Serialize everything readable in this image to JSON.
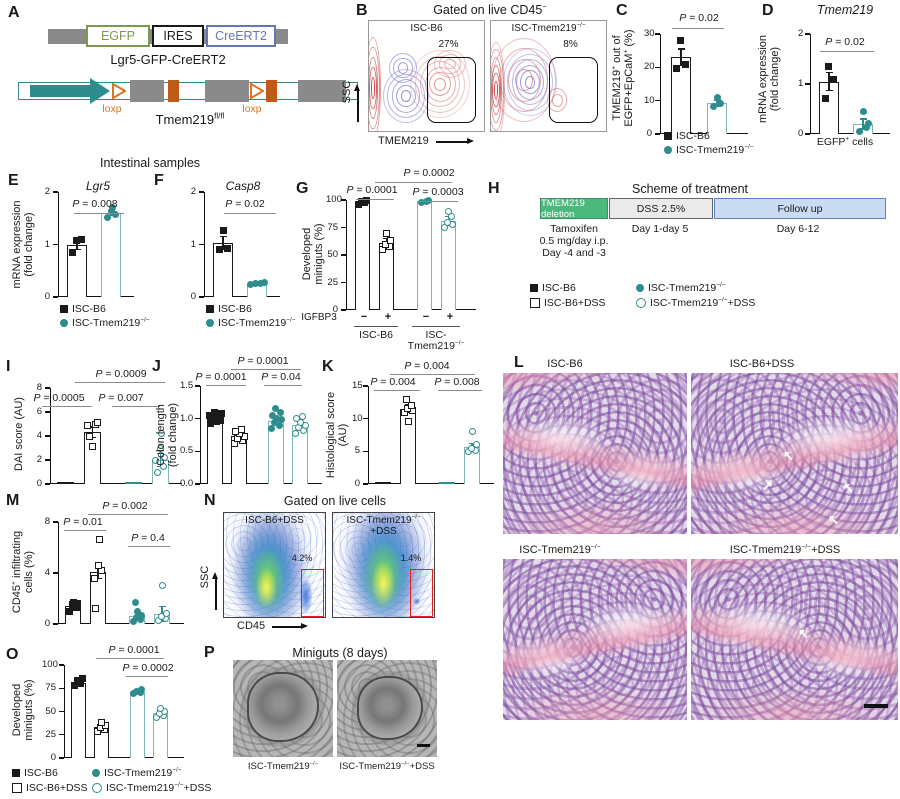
{
  "colors": {
    "teal": "#2E8C8C",
    "teal_light": "#7FB5B5",
    "orange": "#E0731F",
    "orange_dark": "#C05A18",
    "gray_bar": "#8A8A8A",
    "egfp_green": "#7C9A4D",
    "creert2_blue": "#6674B8",
    "h_green": "#4BB97D",
    "h_green_border": "#3E8F63",
    "h_gray": "#EAEAEA",
    "h_blue": "#C9DCF2",
    "h_blue_border": "#5585C7",
    "gate_red": "#E3201F"
  },
  "icons": {
    "arrow_up_left": "↖",
    "arrow_up_right": "↗"
  },
  "panels": {
    "A": {
      "letter": "A",
      "egfp": "EGFP",
      "ires": "IRES",
      "creert2": "CreERT2",
      "construct1_label": "Lgr5-GFP-CreERT2",
      "loxp1": "loxp",
      "loxp2": "loxp",
      "construct2_label": "Tmem219^{fl/fl}"
    },
    "B": {
      "letter": "B",
      "title": "Gated on live CD45^{−}",
      "ylabel": "SSC",
      "xlabel": "TMEM219",
      "plots": [
        {
          "label": "ISC-B6",
          "pct": "27%"
        },
        {
          "label": "ISC-Tmem219^{−/−}",
          "pct": "8%"
        }
      ]
    },
    "C": {
      "letter": "C",
      "ylabel1": "TMEM219^{+} out of",
      "ylabel2": "EGFP+EpCaM^{+} (%)",
      "p1": "P = 0.02",
      "legend": [
        {
          "label": "ISC-B6"
        },
        {
          "label": "ISC-Tmem219^{−/−}"
        }
      ],
      "chart": {
        "w": 88,
        "h": 100,
        "tickw": 16,
        "ymax": 30,
        "yticks": [
          "0",
          "10",
          "20",
          "30"
        ],
        "off": 10,
        "barw": 20,
        "gap": 16,
        "bars": [
          {
            "v": 23,
            "fill": "white",
            "bc": "black",
            "m": "sqf",
            "err": 2.5,
            "pts": [
              19.8,
              21,
              28
            ],
            "jit": [
              -5,
              4,
              -1
            ]
          },
          {
            "v": 9.2,
            "fill": "white",
            "bc": "teal",
            "m": "circf",
            "err": 1,
            "pts": [
              8.2,
              9.3,
              11
            ],
            "jit": [
              -4,
              3,
              0
            ]
          }
        ]
      }
    },
    "D": {
      "letter": "D",
      "title": "Tmem219",
      "ylabel1": "mRNA expression",
      "ylabel2": "(fold change)",
      "p1": "P = 0.02",
      "xlabel": "EGFP^{+} cells",
      "chart": {
        "w": 80,
        "h": 100,
        "tickw": 12,
        "ymax": 2,
        "yticks": [
          "0",
          "1",
          "2"
        ],
        "off": 8,
        "barw": 20,
        "gap": 14,
        "bars": [
          {
            "v": 1.05,
            "fill": "white",
            "bc": "black",
            "m": "sqf",
            "err": 0.18,
            "pts": [
              0.72,
              1.1,
              1.35
            ],
            "jit": [
              -4,
              4,
              -1
            ]
          },
          {
            "v": 0.2,
            "fill": "white",
            "bc": "teal",
            "m": "circf",
            "err": 0.1,
            "pts": [
              0.05,
              0.14,
              0.22,
              0.46
            ],
            "jit": [
              -4,
              3,
              5,
              0
            ]
          }
        ]
      }
    },
    "EF_header": "Intestinal samples",
    "E": {
      "letter": "E",
      "title": "Lgr5",
      "ylabel1": "mRNA expression",
      "ylabel2": "(fold change)",
      "p1": "P = 0.008",
      "legend": [
        {
          "label": "ISC-B6"
        },
        {
          "label": "ISC-Tmem219^{−/−}"
        }
      ],
      "chart": {
        "w": 76,
        "h": 105,
        "tickw": 14,
        "ymax": 2,
        "yticks": [
          "0",
          "1",
          "2"
        ],
        "off": 8,
        "barw": 20,
        "gap": 14,
        "bars": [
          {
            "v": 1.0,
            "fill": "white",
            "bc": "black",
            "m": "sqf",
            "err": 0.1,
            "pts": [
              0.85,
              1.07,
              1.1
            ],
            "jit": [
              -5,
              -1,
              4
            ]
          },
          {
            "v": 1.6,
            "fill": "white",
            "bc": "teal",
            "m": "circf",
            "err": 0.05,
            "pts": [
              1.52,
              1.58,
              1.63,
              1.7
            ],
            "jit": [
              -4,
              4,
              0,
              1
            ]
          }
        ]
      }
    },
    "F": {
      "letter": "F",
      "title": "Casp8",
      "p1": "P = 0.02",
      "legend": [
        {
          "label": "ISC-B6"
        },
        {
          "label": "ISC-Tmem219^{−/−}"
        }
      ],
      "chart": {
        "w": 76,
        "h": 105,
        "tickw": 14,
        "ymax": 2,
        "yticks": [
          "0",
          "1",
          "2"
        ],
        "off": 8,
        "barw": 20,
        "gap": 14,
        "bars": [
          {
            "v": 1.03,
            "fill": "white",
            "bc": "black",
            "m": "sqf",
            "err": 0.12,
            "pts": [
              0.9,
              0.93,
              1.27
            ],
            "jit": [
              -4,
              4,
              0
            ]
          },
          {
            "v": 0.25,
            "fill": "white",
            "bc": "teal",
            "m": "circf",
            "pts": [
              0.24,
              0.25,
              0.26,
              0.27
            ],
            "jit": [
              -7,
              -2,
              3,
              7
            ]
          }
        ]
      }
    },
    "G": {
      "letter": "G",
      "ylabel1": "Developed",
      "ylabel2": "miniguts (%)",
      "p1": "P = 0.0001",
      "p2": "P = 0.0002",
      "p3": "P = 0.0003",
      "igfbp3_label": "IGFBP3",
      "signs": [
        "−",
        "+",
        "−",
        "+"
      ],
      "group1": "ISC-B6",
      "group2a": "ISC-",
      "group2b": "Tmem219^{−/−}",
      "chart": {
        "w": 130,
        "h": 110,
        "tickw": 20,
        "ymax": 100,
        "yticks": [
          "0",
          "25",
          "50",
          "75",
          "100"
        ],
        "off": 8,
        "barw": 15,
        "gap": 9,
        "ggap": 14,
        "bars": [
          {
            "v": 98,
            "fill": "white",
            "bc": "black",
            "m": "sqf",
            "pts": [
              96,
              98,
              99,
              100
            ],
            "jit": [
              -4,
              2,
              -1,
              4
            ]
          },
          {
            "v": 61,
            "fill": "white",
            "bc": "black",
            "m": "sqo",
            "err": 4,
            "pts": [
              55,
              58,
              60,
              63,
              70
            ],
            "jit": [
              -4,
              3,
              -1,
              4,
              0
            ]
          },
          {
            "v": 99,
            "fill": "white",
            "bc": "teal",
            "m": "circf",
            "pts": [
              98,
              99,
              100
            ],
            "jit": [
              -3,
              2,
              4
            ]
          },
          {
            "v": 81,
            "fill": "white",
            "bc": "teal",
            "m": "circo",
            "err": 4,
            "pts": [
              75,
              78,
              80,
              85,
              90
            ],
            "jit": [
              -4,
              4,
              -1,
              3,
              0
            ]
          }
        ]
      }
    },
    "H": {
      "letter": "H",
      "title": "Scheme of treatment",
      "box1": "TMEM219 deletion",
      "box2": "DSS 2.5%",
      "box3": "Follow up",
      "note1a": "Tamoxifen",
      "note1b": "0.5 mg/day i.p.",
      "note1c": "Day -4 and -3",
      "note2": "Day 1-day 5",
      "note3": "Day 6-12",
      "legend": [
        {
          "label": "ISC-B6"
        },
        {
          "label": "ISC-B6+DSS"
        },
        {
          "label": "ISC-Tmem219^{−/−}"
        },
        {
          "label": "ISC-Tmem219^{−/−}+DSS"
        }
      ]
    },
    "I": {
      "letter": "I",
      "ylabel": "DAI score (AU)",
      "p1": "P = 0.0005",
      "p2": "P = 0.0009",
      "p3": "P = 0.007",
      "chart": {
        "w": 132,
        "h": 96,
        "tickw": 14,
        "ymax": 8,
        "yticks": [
          "0",
          "2",
          "4",
          "6",
          "8"
        ],
        "off": 6,
        "barw": 17,
        "gap": 10,
        "ggap": 14,
        "bars": [
          {
            "v": 0.18,
            "fill": "black"
          },
          {
            "v": 4.3,
            "fill": "white",
            "bc": "black",
            "m": "sqo",
            "err": 0.45,
            "pts": [
              3.1,
              4,
              4.9,
              5,
              5.1
            ],
            "jit": [
              0,
              -3,
              -5,
              3,
              5
            ]
          },
          {
            "v": 0.18,
            "fill": "teal"
          },
          {
            "v": 2,
            "fill": "white",
            "bc": "teal",
            "m": "circo",
            "err": 0.55,
            "pts": [
              1,
              1.45,
              1.95,
              2.2,
              3,
              4.2
            ],
            "jit": [
              -3,
              3,
              -5,
              4,
              0,
              1
            ]
          }
        ]
      }
    },
    "J": {
      "letter": "J",
      "ylabel1": "Colon length",
      "ylabel2": "(fold change)",
      "p1": "P = 0.0001",
      "p2": "P = 0.0001",
      "p3": "P = 0.04",
      "chart": {
        "w": 122,
        "h": 98,
        "tickw": 20,
        "ymax": 1.5,
        "yticks": [
          "0.0",
          "0.5",
          "1.0",
          "1.5"
        ],
        "off": 6,
        "barw": 16,
        "gap": 8,
        "ggap": 13,
        "bars": [
          {
            "v": 1.0,
            "fill": "white",
            "bc": "black",
            "m": "sqf",
            "pts": [
              0.92,
              0.95,
              0.97,
              1.0,
              1.02,
              1.05,
              1.08,
              0.96,
              1.1
            ],
            "jit": [
              -5,
              0,
              5,
              -3,
              3,
              -6,
              6,
              1,
              -1
            ]
          },
          {
            "v": 0.73,
            "fill": "white",
            "bc": "black",
            "m": "sqo",
            "err": 0.04,
            "pts": [
              0.62,
              0.67,
              0.7,
              0.73,
              0.78,
              0.8,
              0.84
            ],
            "jit": [
              -5,
              3,
              -2,
              5,
              0,
              -4,
              2
            ]
          },
          {
            "v": 0.97,
            "fill": "white",
            "bc": "teal",
            "m": "circf",
            "pts": [
              0.85,
              0.9,
              0.94,
              0.98,
              1.0,
              1.05,
              1.1,
              1.15
            ],
            "jit": [
              -5,
              3,
              -2,
              5,
              0,
              -4,
              4,
              -1
            ]
          },
          {
            "v": 0.9,
            "fill": "white",
            "bc": "teal",
            "m": "circo",
            "pts": [
              0.78,
              0.82,
              0.87,
              0.9,
              0.94,
              1.0,
              1.03
            ],
            "jit": [
              -5,
              3,
              -2,
              5,
              0,
              -4,
              2
            ]
          }
        ]
      }
    },
    "K": {
      "letter": "K",
      "ylabel1": "Histological score",
      "ylabel2": "(AU)",
      "p1": "P = 0.004",
      "p2": "P = 0.004",
      "p3": "P = 0.008",
      "chart": {
        "w": 126,
        "h": 98,
        "tickw": 16,
        "ymax": 15,
        "yticks": [
          "0",
          "5",
          "10",
          "15"
        ],
        "off": 6,
        "barw": 16,
        "gap": 9,
        "ggap": 14,
        "bars": [
          {
            "v": 0.3,
            "fill": "black"
          },
          {
            "v": 11.5,
            "fill": "white",
            "bc": "black",
            "m": "sqo",
            "err": 0.6,
            "pts": [
              9.6,
              11,
              11.2,
              11.5,
              12,
              13
            ],
            "jit": [
              0,
              -4,
              4,
              -1,
              3,
              -2
            ]
          },
          {
            "v": 0.3,
            "fill": "teal"
          },
          {
            "v": 5.7,
            "fill": "white",
            "bc": "teal",
            "m": "circo",
            "err": 0.5,
            "pts": [
              5,
              5.2,
              5.5,
              6,
              8
            ],
            "jit": [
              -4,
              3,
              -1,
              4,
              0
            ]
          }
        ]
      }
    },
    "L": {
      "letter": "L",
      "titles": [
        "ISC-B6",
        "ISC-B6+DSS",
        "ISC-Tmem219^{−/−}",
        "ISC-Tmem219^{−/−}+DSS"
      ]
    },
    "M": {
      "letter": "M",
      "ylabel1": "CD45^{+} infiltrating",
      "ylabel2": "cells (%)",
      "p1": "P = 0.01",
      "p2": "P = 0.002",
      "p3": "P = 0.4",
      "chart": {
        "w": 126,
        "h": 102,
        "tickw": 14,
        "ymax": 8,
        "yticks": [
          "0",
          "4",
          "8"
        ],
        "off": 6,
        "barw": 16,
        "gap": 9,
        "ggap": 14,
        "bars": [
          {
            "v": 1.4,
            "fill": "white",
            "bc": "black",
            "m": "sqf",
            "err": 0.25,
            "pts": [
              1.0,
              1.3,
              1.5,
              1.6,
              1.7
            ],
            "jit": [
              -4,
              3,
              -1,
              4,
              0
            ]
          },
          {
            "v": 4.1,
            "fill": "white",
            "bc": "black",
            "m": "sqo",
            "err": 0.55,
            "pts": [
              1.2,
              3.6,
              4.2,
              4.6,
              6.6
            ],
            "jit": [
              -3,
              -4,
              3,
              0,
              1
            ]
          },
          {
            "v": 0.65,
            "fill": "white",
            "bc": "teal",
            "m": "circf",
            "err": 0.3,
            "pts": [
              0.2,
              0.35,
              0.5,
              0.7,
              1.0,
              1.7
            ],
            "jit": [
              -4,
              3,
              -1,
              4,
              0,
              -2
            ]
          },
          {
            "v": 0.8,
            "fill": "white",
            "bc": "teal",
            "m": "circo",
            "err": 0.6,
            "pts": [
              0.3,
              0.45,
              0.6,
              0.85,
              3.0
            ],
            "jit": [
              -4,
              3,
              -1,
              4,
              0
            ]
          }
        ]
      }
    },
    "N": {
      "letter": "N",
      "title": "Gated on live cells",
      "ylabel": "SSC",
      "xlabel": "CD45",
      "plots": [
        {
          "label": "ISC-B6+DSS",
          "pct": "4.2%"
        },
        {
          "label": "ISC-Tmem219^{−/−} +DSS",
          "pct": "1.4%"
        }
      ]
    },
    "O": {
      "letter": "O",
      "ylabel1": "Developed",
      "ylabel2": "miniguts (%)",
      "p1": "P = 0.0001",
      "p2": "P = 0.0002",
      "legend": [
        {
          "label": "ISC-B6"
        },
        {
          "label": "ISC-B6+DSS"
        },
        {
          "label": "ISC-Tmem219^{−/−}"
        },
        {
          "label": "ISC-Tmem219^{−/−}+DSS"
        }
      ],
      "chart": {
        "w": 120,
        "h": 93,
        "tickw": 22,
        "ymax": 100,
        "yticks": [
          "0",
          "25",
          "50",
          "75",
          "100"
        ],
        "off": 6,
        "barw": 15,
        "gap": 8,
        "ggap": 13,
        "bars": [
          {
            "v": 81,
            "fill": "white",
            "bc": "black",
            "m": "sqf",
            "err": 2.5,
            "pts": [
              78,
              80,
              83,
              85
            ],
            "jit": [
              -4,
              2,
              -1,
              4
            ]
          },
          {
            "v": 33,
            "fill": "white",
            "bc": "black",
            "m": "sqo",
            "err": 3,
            "pts": [
              28,
              31,
              33,
              35,
              38
            ],
            "jit": [
              -4,
              3,
              -1,
              4,
              0
            ]
          },
          {
            "v": 71,
            "fill": "white",
            "bc": "teal",
            "m": "circf",
            "err": 2,
            "pts": [
              69,
              70,
              72,
              74
            ],
            "jit": [
              -4,
              3,
              -1,
              4
            ]
          },
          {
            "v": 48,
            "fill": "white",
            "bc": "teal",
            "m": "circo",
            "err": 3,
            "pts": [
              44,
              46,
              48,
              50,
              53
            ],
            "jit": [
              -4,
              3,
              -1,
              4,
              0
            ]
          }
        ]
      }
    },
    "P": {
      "letter": "P",
      "title": "Miniguts (8 days)",
      "labels": [
        "ISC-Tmem219^{−/−}",
        "ISC-Tmem219^{−/−}+DSS"
      ]
    }
  }
}
